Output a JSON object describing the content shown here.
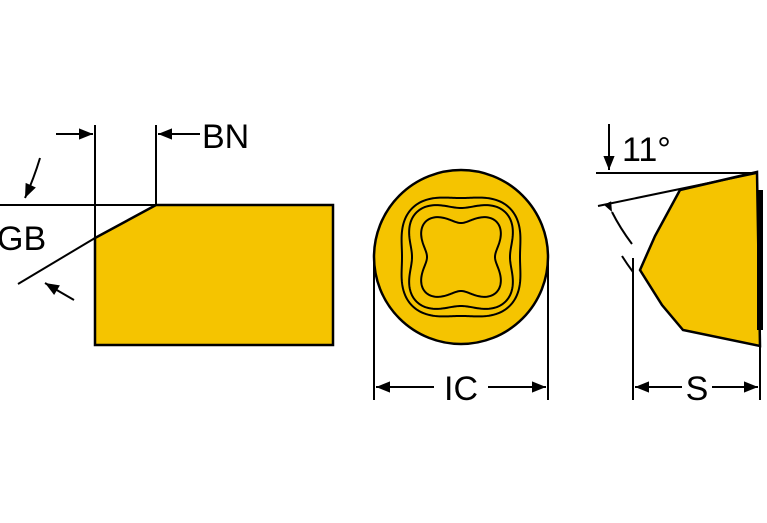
{
  "labels": {
    "bn": "BN",
    "gb": "GB",
    "ic": "IC",
    "s": "S",
    "angle": "11°"
  },
  "colors": {
    "fill": "#F5C400",
    "stroke": "#000000",
    "background": "#FFFFFF"
  }
}
